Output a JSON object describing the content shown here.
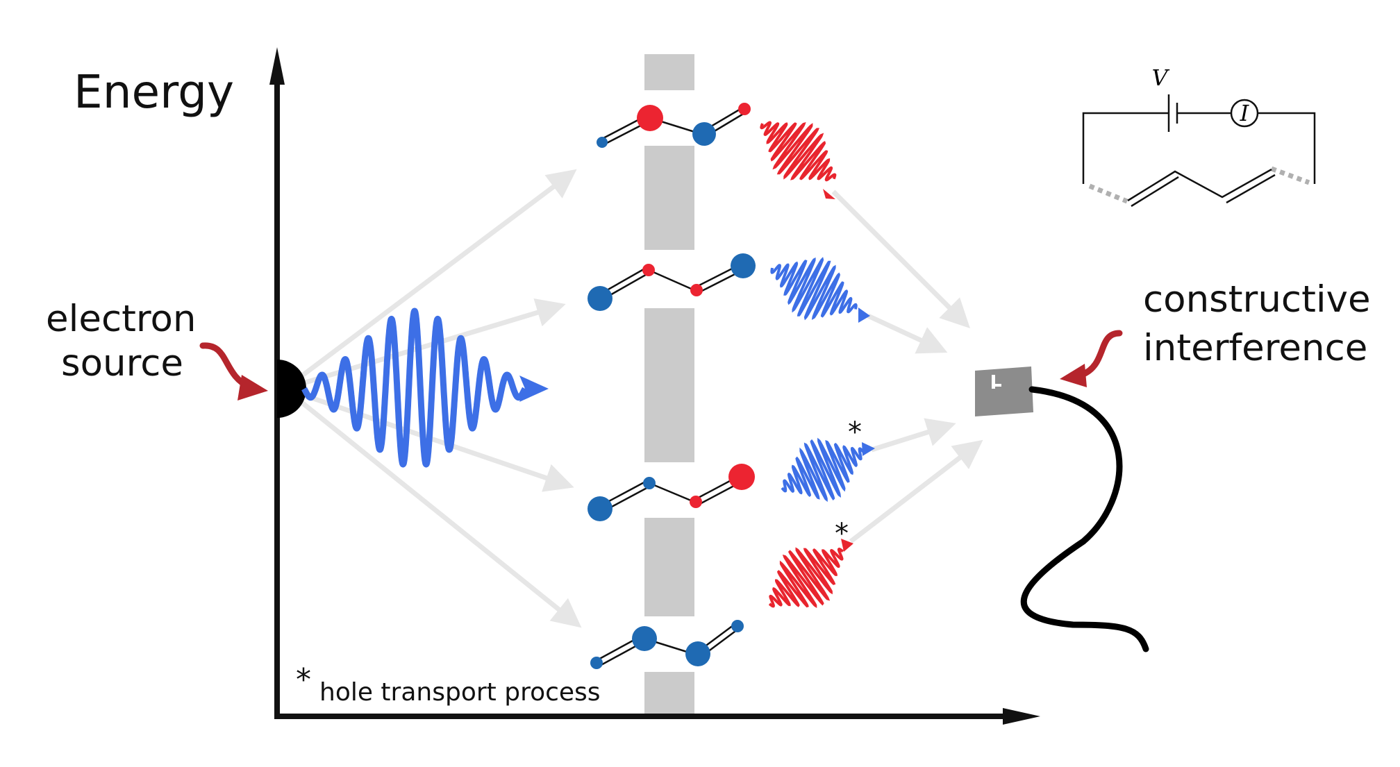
{
  "axis": {
    "y_label": "Energy"
  },
  "labels": {
    "source_line1": "electron",
    "source_line2": "source",
    "detector_line1": "constructive",
    "detector_line2": "interference",
    "footnote_star": "*",
    "footnote_text": "hole transport process"
  },
  "circuit": {
    "voltage_symbol": "V",
    "current_symbol": "I"
  },
  "asterisk_marks": [
    "*",
    "*"
  ],
  "colors": {
    "electron_wave": "#3d6fe6",
    "atom_blue": "#1f6ab3",
    "atom_red": "#ec2431",
    "red_wave": "#e8252e",
    "pointer_arrow": "#b5252c",
    "barrier": "#cbcbcb",
    "path_arrow": "#e6e6e6",
    "detector": "#8c8c8c"
  }
}
